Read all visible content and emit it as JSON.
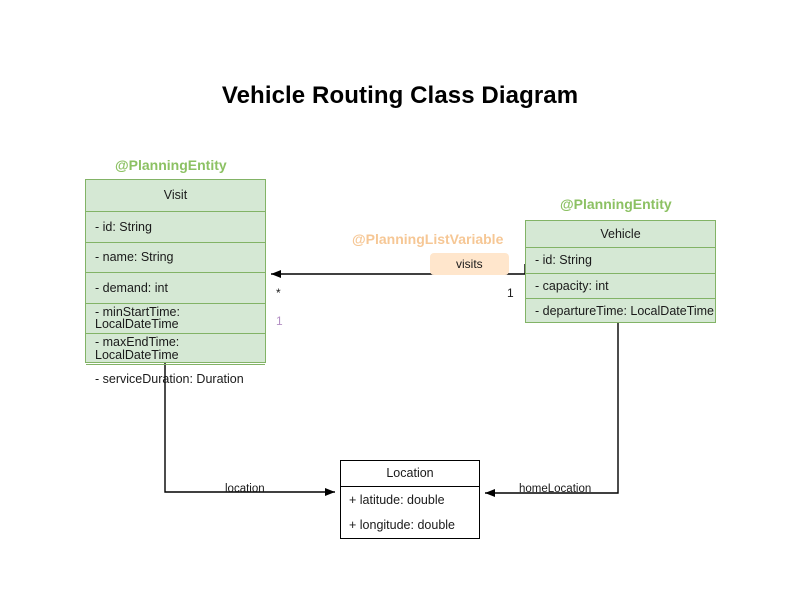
{
  "title": "Vehicle Routing Class Diagram",
  "classes": {
    "visit": {
      "name": "Visit",
      "annotation": "@PlanningEntity",
      "attributes": [
        "- id: String",
        "- name: String",
        "- demand: int",
        "- minStartTime: LocalDateTime",
        "- maxEndTime: LocalDateTime",
        "- serviceDuration: Duration"
      ]
    },
    "vehicle": {
      "name": "Vehicle",
      "annotation": "@PlanningEntity",
      "attributes": [
        "- id: String",
        "- capacity: int",
        "- departureTime: LocalDateTime"
      ]
    },
    "location": {
      "name": "Location",
      "attributes": [
        "+ latitude: double",
        "+ longitude: double"
      ]
    }
  },
  "relationships": {
    "visits": {
      "label": "visits",
      "annotation": "@PlanningListVariable",
      "source_multiplicity": "1",
      "target_multiplicity": "*",
      "target_multiplicity_extra": "1"
    },
    "location": {
      "label": "location"
    },
    "home_location": {
      "label": "homeLocation"
    }
  },
  "colors": {
    "entity_fill": "#d5e8d4",
    "entity_border": "#82b366",
    "entity_annotation": "#8cc163",
    "listvar_annotation": "#f6c795",
    "badge_fill": "#ffe6cc",
    "plain_border": "#000000",
    "plain_fill": "#ffffff",
    "multiplicity_accent": "#b48fc4",
    "edge_stroke": "#000000"
  }
}
